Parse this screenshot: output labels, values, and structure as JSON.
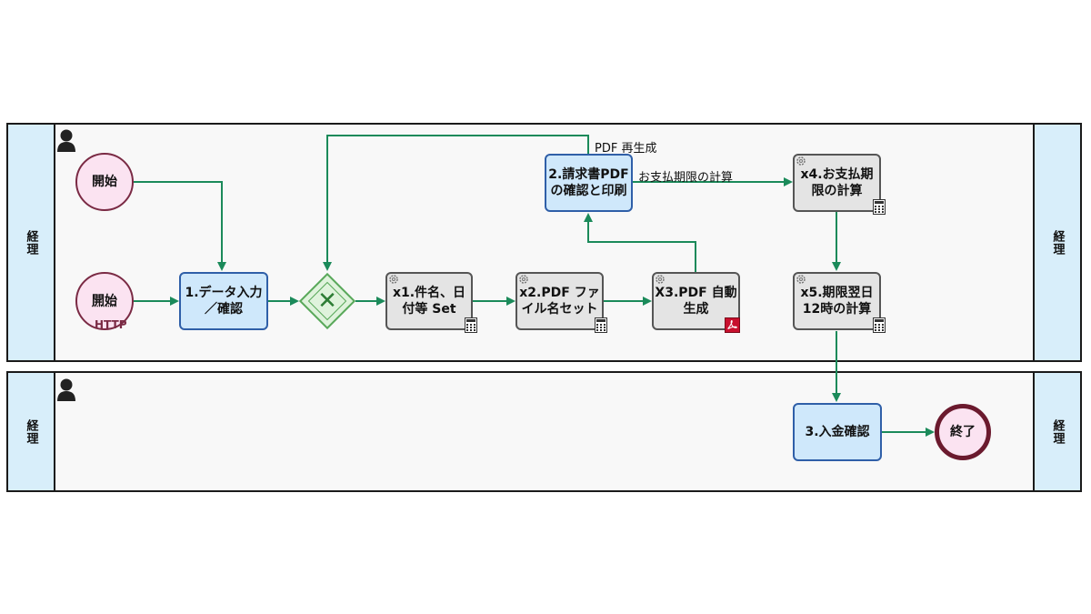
{
  "lanes": [
    {
      "label_left": "経理",
      "label_right": "経理"
    },
    {
      "label_left": "経理",
      "label_right": "経理"
    }
  ],
  "nodes": {
    "start1": "開始",
    "start2": "開始",
    "start2_sub": "HTTP",
    "task1": "1.データ入力\n／確認",
    "task2": "2.請求書PDF\nの確認と印刷",
    "taskx1": "x1.件名、日\n付等 Set",
    "taskx2": "x2.PDF ファ\nイル名セット",
    "taskx3": "X3.PDF 自動\n生成",
    "taskx4": "x4.お支払期\n限の計算",
    "taskx5": "x5.期限翌日\n12時の計算",
    "task3": "3.入金確認",
    "end": "終了"
  },
  "edge_labels": {
    "regen": "PDF 再生成",
    "deadline": "お支払期限の計算"
  },
  "colors": {
    "edge": "#1b8a5a",
    "lane_label_bg": "#d8eefa",
    "human_task": "#cfe8fb",
    "auto_task": "#e4e4e4",
    "event": "#fbe3f1",
    "gateway": "#dff3dc"
  }
}
